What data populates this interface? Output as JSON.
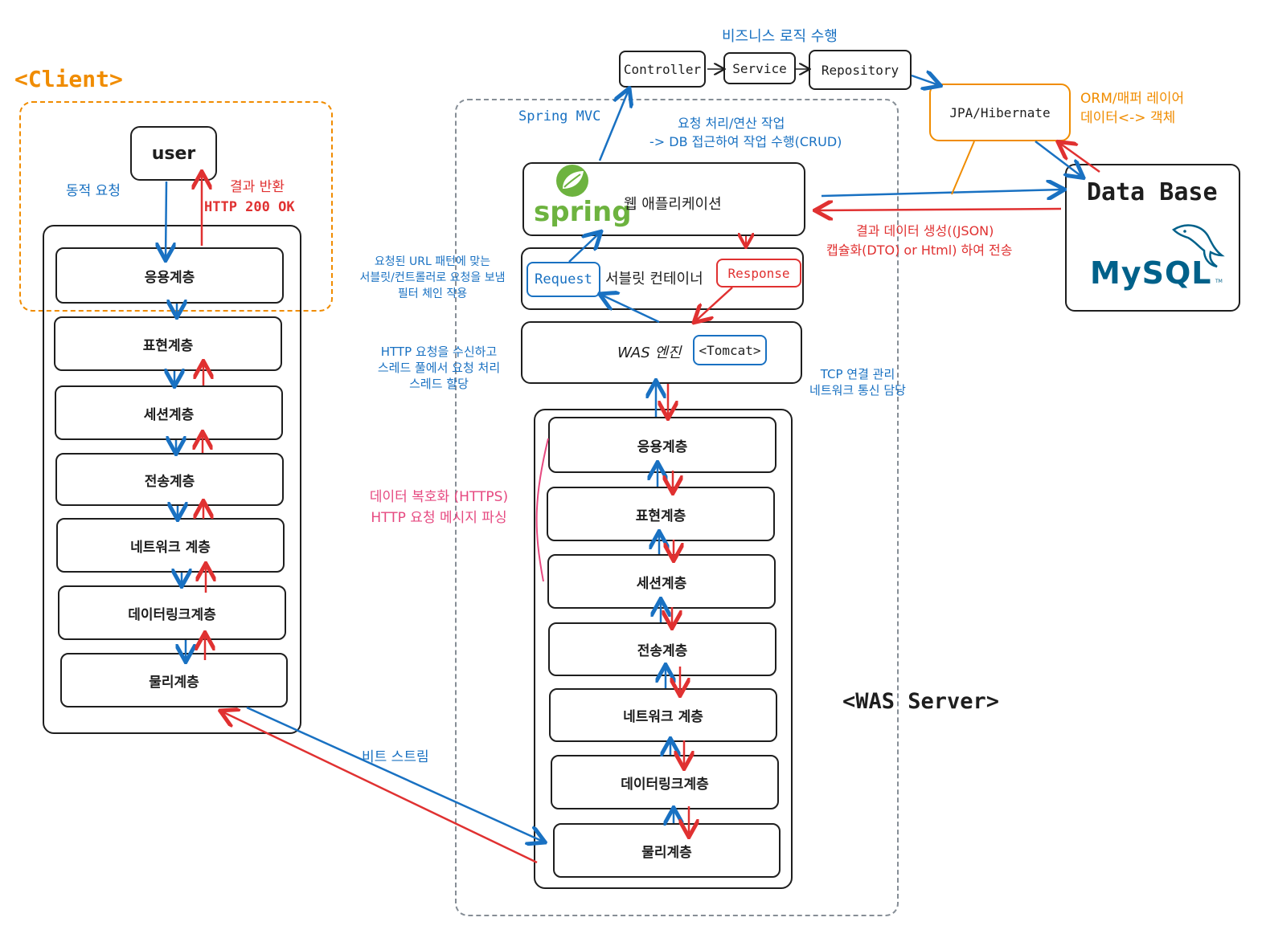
{
  "client": {
    "title": "<Client>",
    "user": "user",
    "request_label": "동적 요청",
    "response_label_1": "결과 반환",
    "response_label_2": "HTTP 200 OK",
    "layers": [
      "응용계층",
      "표현계층",
      "세션계층",
      "전송계층",
      "네트워크 계층",
      "데이터링크계층",
      "물리계층"
    ]
  },
  "bitstream": "비트 스트림",
  "was": {
    "title": "<WAS Server>",
    "spring_mvc": "Spring MVC",
    "webapp": {
      "logo": "spring",
      "label": "웹 애플리케이션"
    },
    "processing_1": "요청 처리/연산 작업",
    "processing_2": "-> DB 접근하여 작업 수행(CRUD)",
    "servlet": {
      "request": "Request",
      "label": "서블릿 컨테이너",
      "response": "Response"
    },
    "servlet_note": [
      "요청된 URL 패턴에 맞는",
      "서블릿/컨트롤러로 요청을 보냄",
      "필터 체인 작용"
    ],
    "engine": {
      "label": "WAS 엔진",
      "tomcat": "<Tomcat>"
    },
    "engine_note": [
      "HTTP 요청을 수신하고",
      "스레드 풀에서 요청 처리",
      "스레드 할당"
    ],
    "tcp_note": [
      "TCP 연결 관리",
      "네트워크 통신 담당"
    ],
    "decrypt_note": [
      "데이터 복호화 (HTTPS)",
      "HTTP 요청 메시지 파싱"
    ],
    "layers": [
      "응용계층",
      "표현계층",
      "세션계층",
      "전송계층",
      "네트워크 계층",
      "데이터링크계층",
      "물리계층"
    ]
  },
  "business": {
    "title": "비즈니스 로직 수행",
    "controller": "Controller",
    "service": "Service",
    "repository": "Repository"
  },
  "jpa": {
    "label": "JPA/Hibernate",
    "note_1": "ORM/매퍼 레이어",
    "note_2": "데이터<-> 객체"
  },
  "database": {
    "title": "Data Base",
    "logo": "MySQL",
    "tm": "TM"
  },
  "result_note_1": "결과 데이터 생성((JSON)",
  "result_note_2": "캡슐화(DTO) or Html) 하여 전송",
  "colors": {
    "blue": "#1971c2",
    "red": "#e03131",
    "orange": "#f08c00",
    "pink": "#e64980",
    "spring_green": "#6db33f",
    "mysql_blue": "#00618a",
    "mysql_orange": "#e48e00"
  }
}
